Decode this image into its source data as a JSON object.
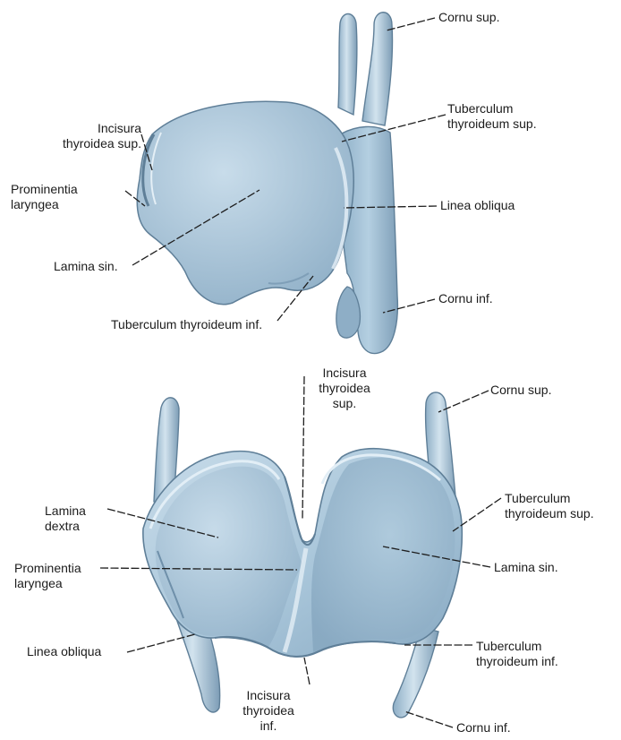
{
  "colors": {
    "cartilage": "#a7c4d8",
    "cartilage_light": "#d3e4ef",
    "cartilage_shadow": "#6f90aa",
    "leader_line": "#1e1e1e",
    "text": "#1c1c1c"
  },
  "lateral_view": {
    "labels": {
      "cornu_sup": "Cornu sup.",
      "tuberculum_sup": "Tuberculum\nthyroideum sup.",
      "incisura_sup": "Incisura\nthyroidea sup.",
      "prominentia": "Prominentia\nlaryngea",
      "linea_obliqua": "Linea obliqua",
      "lamina_sin": "Lamina sin.",
      "cornu_inf": "Cornu inf.",
      "tuberculum_inf": "Tuberculum thyroideum inf."
    }
  },
  "anterior_view": {
    "labels": {
      "incisura_sup": "Incisura\nthyroidea\nsup.",
      "cornu_sup": "Cornu sup.",
      "tuberculum_sup": "Tuberculum\nthyroideum sup.",
      "lamina_dextra": "Lamina\ndextra",
      "lamina_sin": "Lamina sin.",
      "prominentia": "Prominentia\nlaryngea",
      "linea_obliqua": "Linea obliqua",
      "tuberculum_inf": "Tuberculum\nthyroideum inf.",
      "incisura_inf": "Incisura\nthyroidea\ninf.",
      "cornu_inf": "Cornu inf."
    }
  }
}
